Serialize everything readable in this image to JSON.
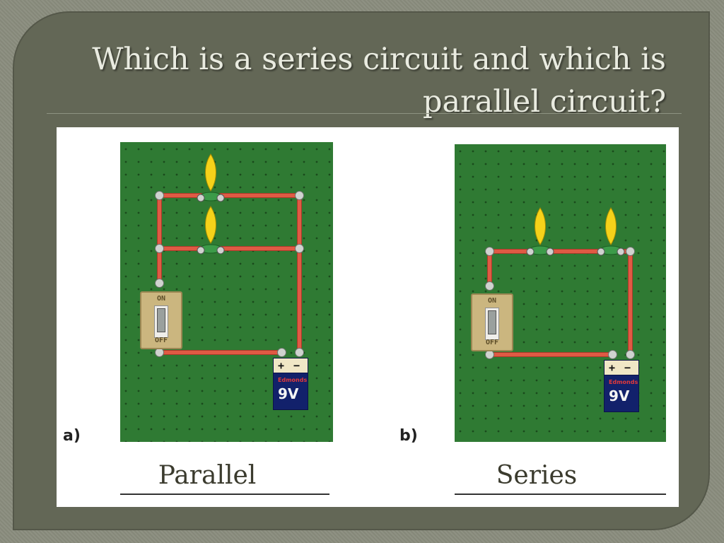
{
  "slide": {
    "title_line1": "Which is a series circuit and which is",
    "title_line2": "parallel circuit?"
  },
  "circuit_a": {
    "tag": "a)",
    "answer": "Parallel",
    "switch_on": "ON",
    "switch_off": "OFF",
    "battery_plus": "+",
    "battery_minus": "−",
    "battery_brand": "Edmonds",
    "battery_voltage": "9V"
  },
  "circuit_b": {
    "tag": "b)",
    "answer": "Series",
    "switch_on": "ON",
    "switch_off": "OFF",
    "battery_plus": "+",
    "battery_minus": "−",
    "battery_brand": "Edmonds",
    "battery_voltage": "9V"
  },
  "colors": {
    "slide_bg": "#636756",
    "board": "#2f7a33",
    "wire": "#e05a44",
    "bulb": "#f5d21a"
  }
}
